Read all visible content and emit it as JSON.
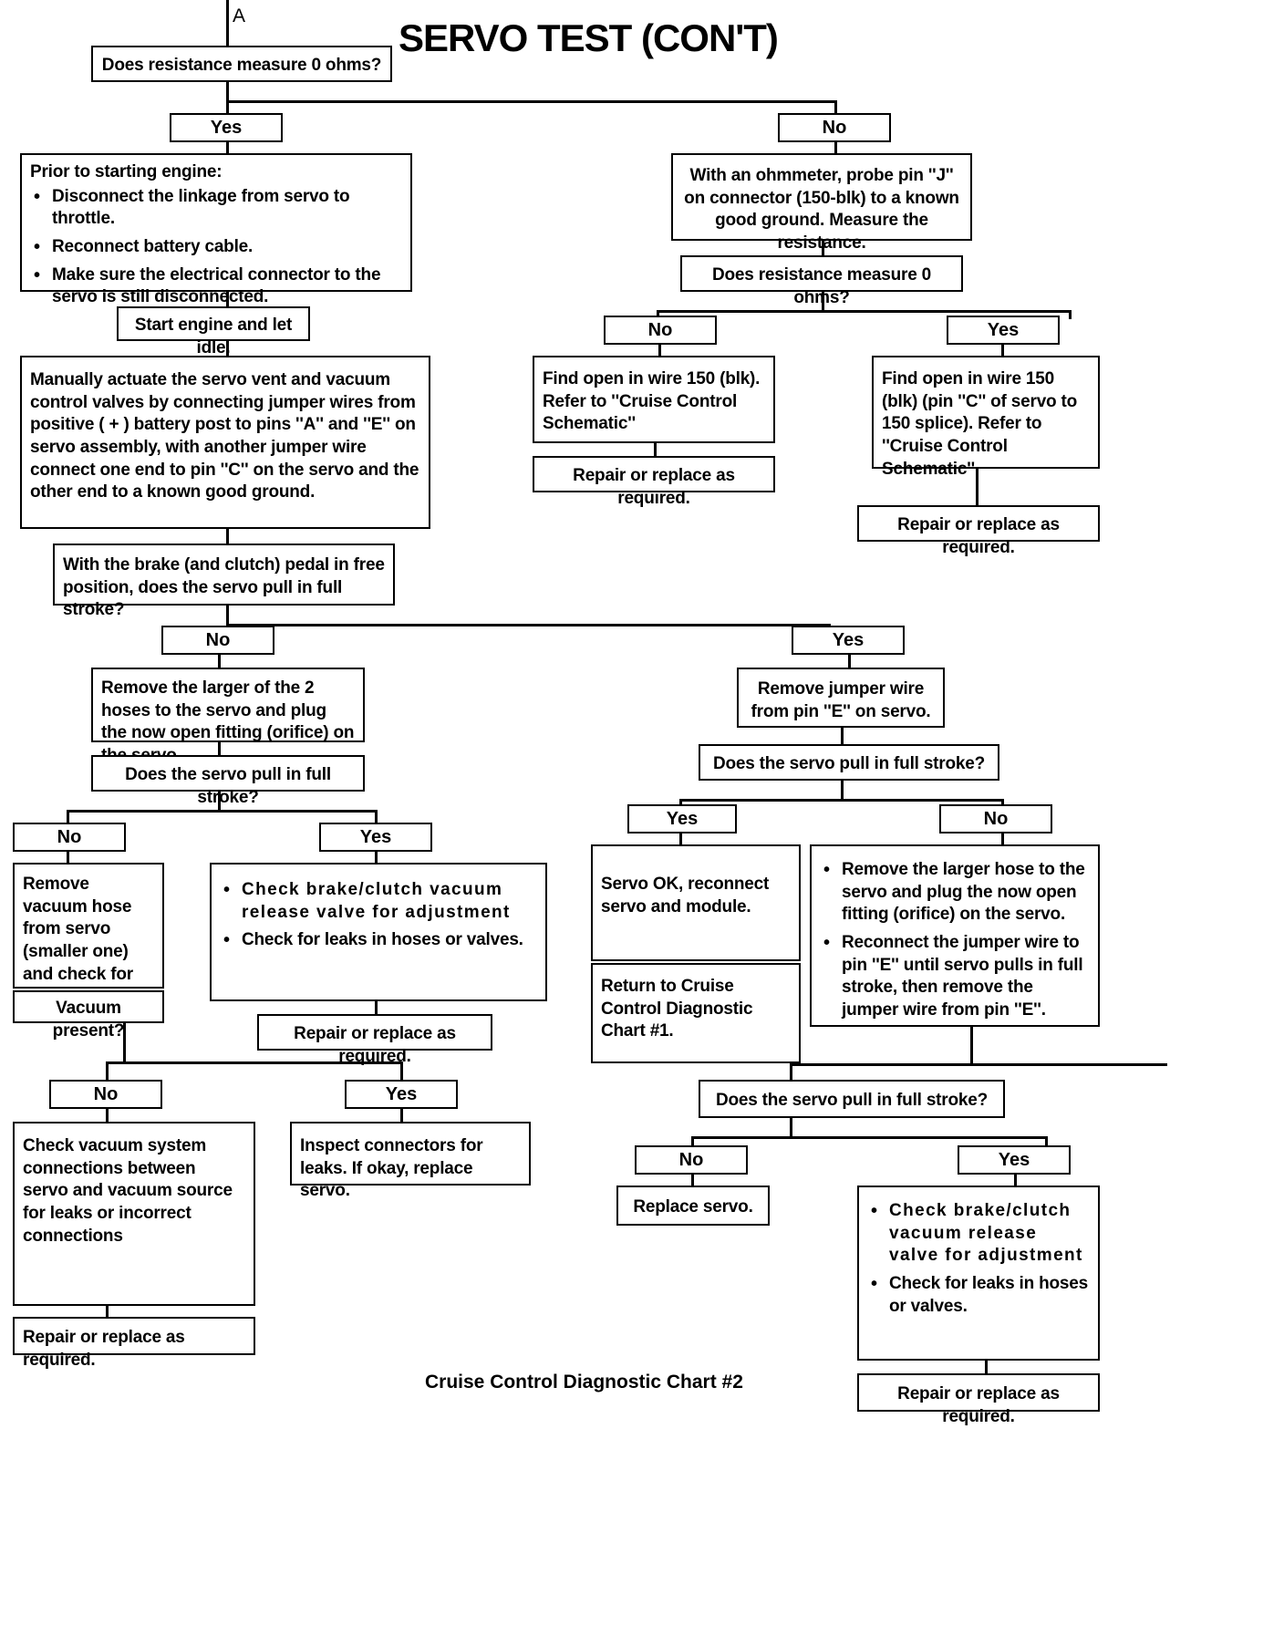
{
  "header": {
    "title": "SERVO TEST (CON'T)",
    "entry_label": "A"
  },
  "footer": {
    "caption": "Cruise Control Diagnostic Chart #2"
  },
  "labels": {
    "yes": "Yes",
    "no": "No"
  },
  "nodes": {
    "q_res_top": "Does resistance measure 0 ohms?",
    "prior_heading": "Prior to starting engine:",
    "prior_b1": "Disconnect the linkage from servo to throttle.",
    "prior_b2": "Reconnect battery cable.",
    "prior_b3": "Make sure the electrical connector to the servo is still disconnected.",
    "start_engine": "Start engine and let idle.",
    "manual_actuate": "Manually actuate the servo vent and vacuum control valves by connecting jumper wires from positive ( + ) battery post to pins ''A'' and ''E'' on servo assembly, with another jumper wire connect one end to pin ''C'' on the servo and the other end to a known good ground.",
    "q_brake_pedal": "With the brake (and clutch) pedal in free position, does the servo pull in full stroke?",
    "ohmmeter_probe": "With an ohmmeter, probe pin ''J'' on connector (150-blk) to a known good ground. Measure the resistance.",
    "q_res_second": "Does resistance measure 0 ohms?",
    "find_open_150": "Find open in wire 150 (blk). Refer to ''Cruise Control Schematic''",
    "repair_1": "Repair or replace as required.",
    "find_open_150_pinC": "Find open in wire 150 (blk) (pin ''C'' of servo to 150 splice). Refer to ''Cruise Control Schematic''",
    "repair_2": "Repair or replace as required.",
    "remove_larger_2hoses": "Remove the larger of the 2 hoses to the servo and plug the now open fitting (orifice) on the servo.",
    "q_full_stroke_left": "Does the servo pull in full stroke?",
    "remove_vac_hose": "Remove vacuum hose from servo (smaller one) and check for vacuum.",
    "q_vacuum_present": "Vacuum present?",
    "check_brake_b1": "Check brake/clutch vacuum release valve for adjustment",
    "check_brake_b2": "Check for leaks in hoses or valves.",
    "repair_3": "Repair or replace as required.",
    "check_vac_system": "Check vacuum system connections between servo and vacuum source for leaks or incorrect connections",
    "repair_4": "Repair or replace as required.",
    "inspect_connectors": "Inspect connectors for leaks. If okay, replace servo.",
    "remove_jumper_E": "Remove jumper wire from pin ''E'' on servo.",
    "q_full_stroke_right": "Does the servo pull in full stroke?",
    "servo_ok": "Servo OK, reconnect servo and module.",
    "return_chart1": "Return to Cruise Control Diagnostic Chart #1.",
    "remove_larger_hose_b1": "Remove the larger hose to the servo and plug the now open fitting (orifice) on the servo.",
    "remove_larger_hose_b2": "Reconnect the jumper wire to pin ''E'' until servo pulls in full stroke, then remove the jumper wire from pin ''E''.",
    "q_full_stroke_right2": "Does the servo pull in full stroke?",
    "replace_servo": "Replace servo.",
    "check_brake2_b1": "Check brake/clutch vacuum release valve for adjustment",
    "check_brake2_b2": "Check for leaks in hoses or valves.",
    "repair_5": "Repair or replace as required."
  }
}
